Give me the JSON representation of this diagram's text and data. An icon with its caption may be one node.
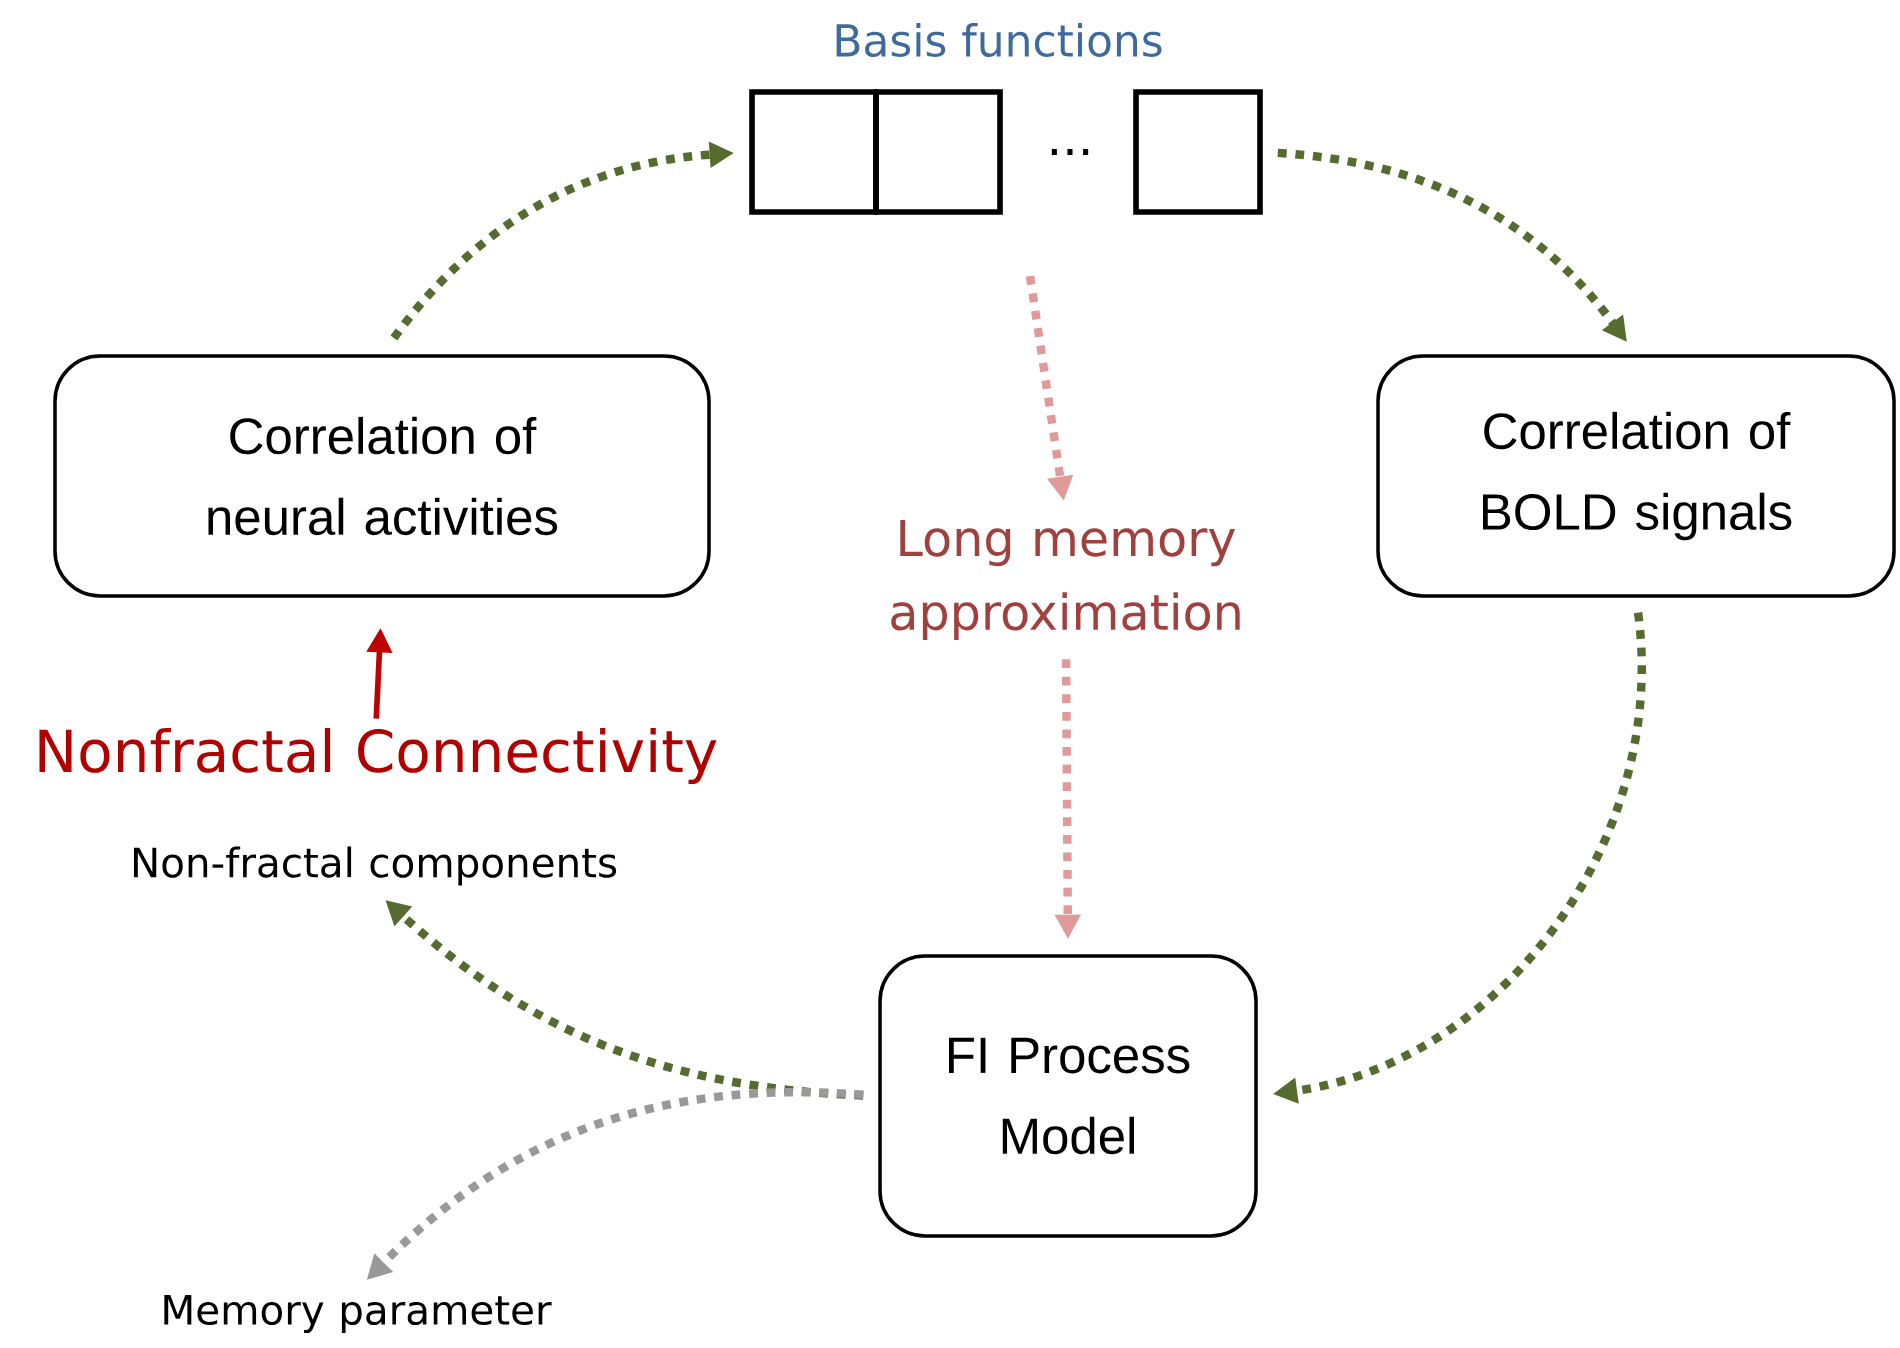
{
  "diagram": {
    "nodes": [
      {
        "text": [],
        "shape": "box"
      },
      {
        "text": [],
        "shape": "box"
      },
      {
        "text": [],
        "shape": "box"
      },
      {
        "text": [
          "Correlation of neural activities"
        ]
      },
      {
        "text": [
          "Correlation of BOLD signals"
        ]
      },
      {
        "text": [
          "Long memory approximation"
        ]
      },
      {
        "text": [
          "Nonfractal Connectivity"
        ]
      },
      {
        "text": [
          "Non-fractal components"
        ]
      },
      {
        "text": [
          "FI Process Model"
        ]
      },
      {
        "text": [
          "Memory parameter"
        ]
      }
    ],
    "edges": [
      {
        "from": 3,
        "to": 0,
        "arrow": "to",
        "style": "dashed"
      },
      {
        "from": 2,
        "to": 4,
        "arrow": "to",
        "style": "dashed"
      },
      {
        "from": null,
        "to": 5,
        "arrow": "to",
        "style": "dashed",
        "color": "#e09a9a"
      },
      {
        "from": 5,
        "to": 8,
        "arrow": "to",
        "style": "dashed",
        "color": "#e09a9a"
      },
      {
        "from": 4,
        "to": 8,
        "arrow": "to",
        "style": "dashed"
      },
      {
        "from": 8,
        "to": 7,
        "arrow": "to",
        "style": "dashed"
      },
      {
        "from": 8,
        "to": 9,
        "arrow": "to",
        "style": "dashed",
        "color": "#999999"
      },
      {
        "from": 6,
        "to": 3,
        "arrow": "to",
        "color": "#c00000"
      }
    ],
    "labels": [
      "Basis functions",
      "..."
    ]
  }
}
